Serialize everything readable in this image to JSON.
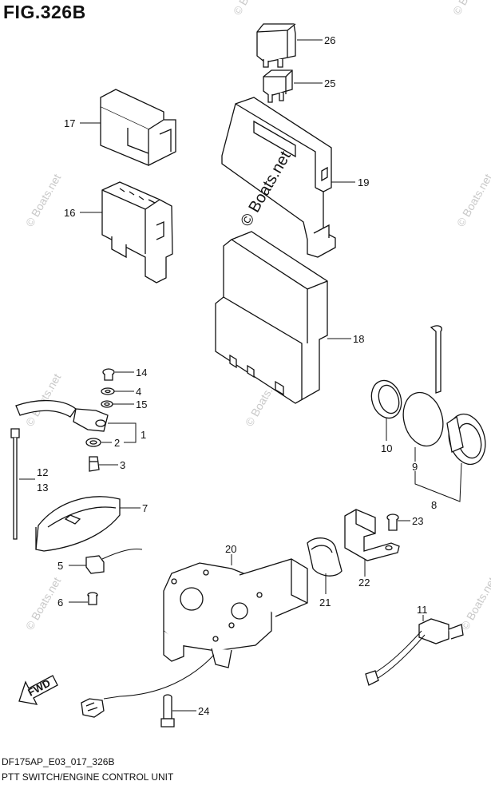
{
  "figure": {
    "title": "FIG.326B",
    "code": "DF175AP_E03_017_326B",
    "caption": "PTT SWITCH/ENGINE CONTROL UNIT"
  },
  "watermark": {
    "text": "© Boats.net"
  },
  "fwd_label": "FWD",
  "callouts": [
    "26",
    "25",
    "17",
    "19",
    "16",
    "18",
    "14",
    "4",
    "15",
    "1",
    "2",
    "3",
    "12",
    "13",
    "7",
    "10",
    "9",
    "8",
    "20",
    "5",
    "6",
    "23",
    "22",
    "21",
    "11",
    "24"
  ]
}
